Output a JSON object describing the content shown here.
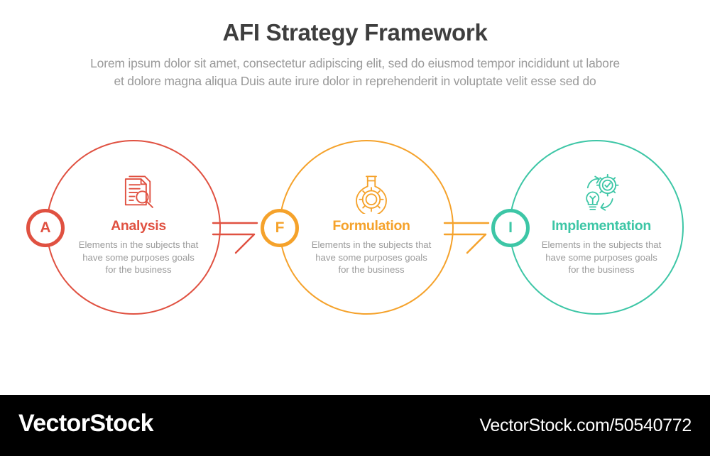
{
  "header": {
    "title": "AFI Strategy Framework",
    "subtitle_line1": "Lorem ipsum dolor sit amet, consectetur adipiscing elit, sed do eiusmod tempor incididunt ut labore",
    "subtitle_line2": "et dolore magna aliqua Duis aute irure dolor in reprehenderit in voluptate velit esse sed do"
  },
  "colors": {
    "red": "#E05141",
    "orange": "#F5A22B",
    "teal": "#3DC6A6",
    "title_gray": "#3E3E3E",
    "body_gray": "#9B9B9B",
    "footer_bg": "#000000"
  },
  "stages": [
    {
      "badge": "A",
      "title": "Analysis",
      "icon": "document-search-icon",
      "color": "#E05141",
      "desc_line1": "Elements in the subjects that",
      "desc_line2": "have  some purposes goals",
      "desc_line3": "for the  business"
    },
    {
      "badge": "F",
      "title": "Formulation",
      "icon": "flask-gear-icon",
      "color": "#F5A22B",
      "desc_line1": "Elements in the subjects that",
      "desc_line2": "have  some purposes goals",
      "desc_line3": "for the  business"
    },
    {
      "badge": "I",
      "title": "Implementation",
      "icon": "lightbulb-gear-cycle-icon",
      "color": "#3DC6A6",
      "desc_line1": "Elements in the subjects that",
      "desc_line2": "have  some purposes goals",
      "desc_line3": "for the  business"
    }
  ],
  "connectors": [
    {
      "name": "arrow-analysis-to-formulation",
      "color": "#E05141"
    },
    {
      "name": "arrow-formulation-to-implementation",
      "color": "#F5A22B"
    }
  ],
  "footer": {
    "logo": "VectorStock",
    "url": "VectorStock.com/50540772"
  }
}
